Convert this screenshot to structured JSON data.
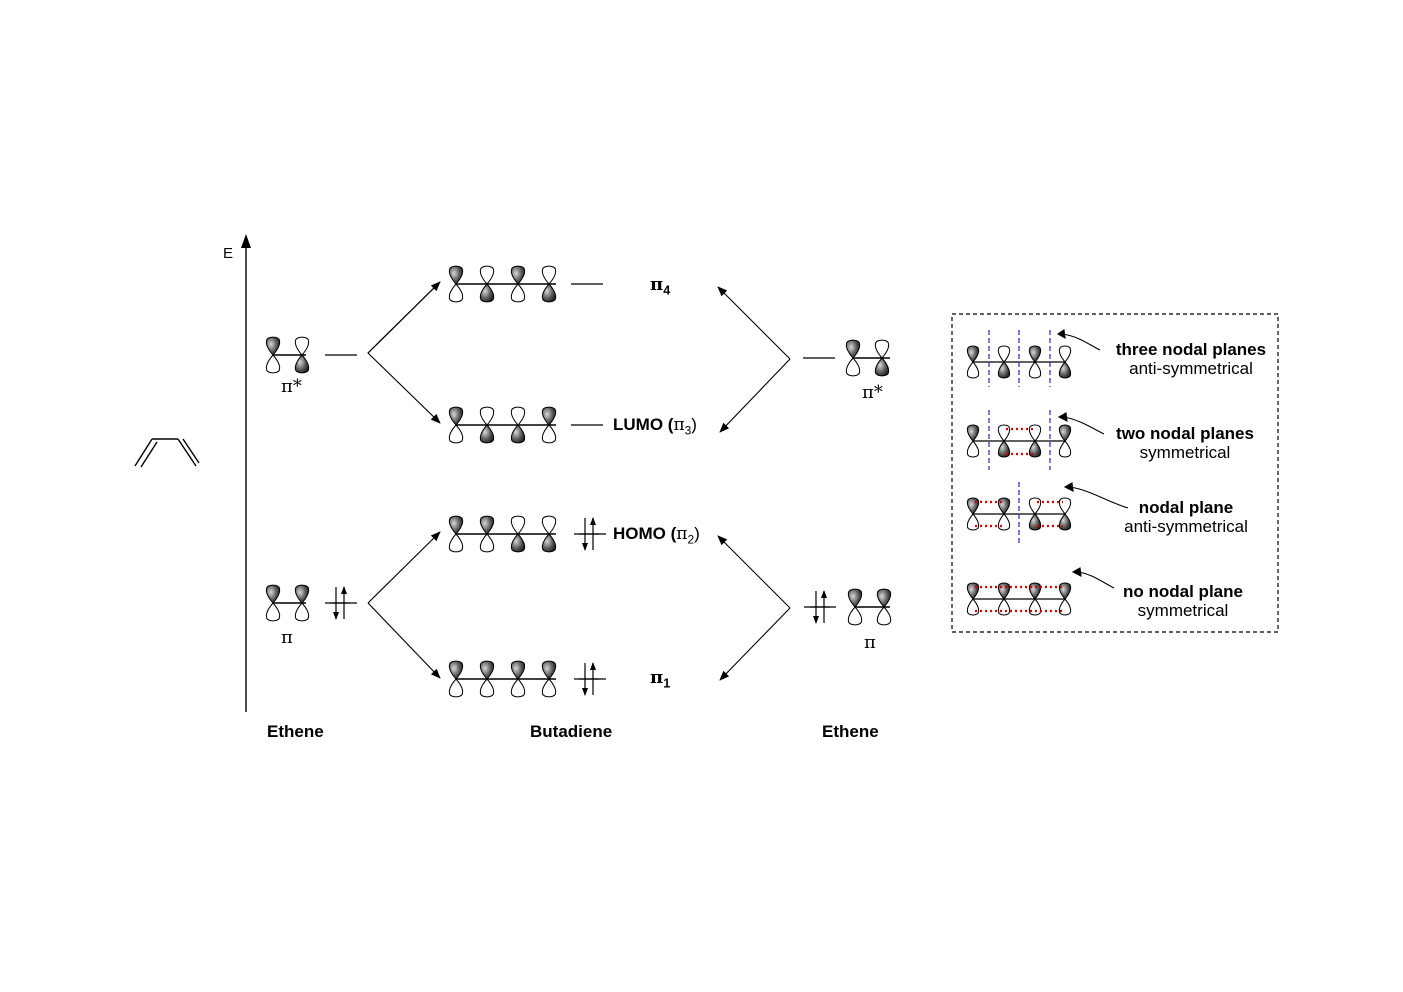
{
  "axis": {
    "label": "E"
  },
  "columns": {
    "left": "Ethene",
    "center": "Butadiene",
    "right": "Ethene"
  },
  "ethene_left": {
    "upper": "π*",
    "lower": "π"
  },
  "ethene_right": {
    "upper": "π*",
    "lower": "π"
  },
  "butadiene": {
    "pi4": {
      "symbol": "π",
      "sub": "4"
    },
    "lumo": {
      "text": "LUMO (",
      "symbol": "π",
      "sub": "3",
      "close": ")"
    },
    "homo": {
      "text": "HOMO (",
      "symbol": "π",
      "sub": "2",
      "close": ")"
    },
    "pi1": {
      "symbol": "π",
      "sub": "1"
    }
  },
  "legend": [
    {
      "title": "three nodal planes",
      "subtitle": "anti-symmetrical"
    },
    {
      "title": "two nodal planes",
      "subtitle": "symmetrical"
    },
    {
      "title": "nodal plane",
      "subtitle": "anti-symmetrical"
    },
    {
      "title": "no nodal plane",
      "subtitle": "symmetrical"
    }
  ],
  "colors": {
    "lobe_fill": "#4a4a4a",
    "node_line": "#3a2fbf",
    "bond_dots": "#d40000",
    "line": "#000000"
  }
}
